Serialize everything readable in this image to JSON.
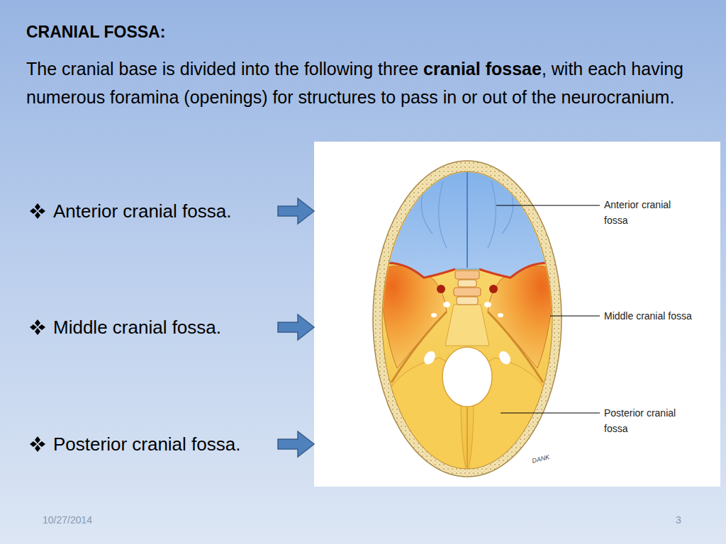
{
  "diagram": {
    "title": "CRANIAL FOSSA:",
    "labels": [
      "The cranial base is divided into the following three",
      "cranial fossae",
      ", with each having numerous foramina (openings) for structures to pass in or out of the neurocranium.",
      "Anterior cranial fossa.",
      "Middle cranial fossa.",
      "Posterior cranial fossa.",
      "Anterior cranial fossa",
      "Middle cranial fossa",
      "Posterior cranial fossa",
      "DANK",
      "10/27/2014",
      "3"
    ]
  }
}
